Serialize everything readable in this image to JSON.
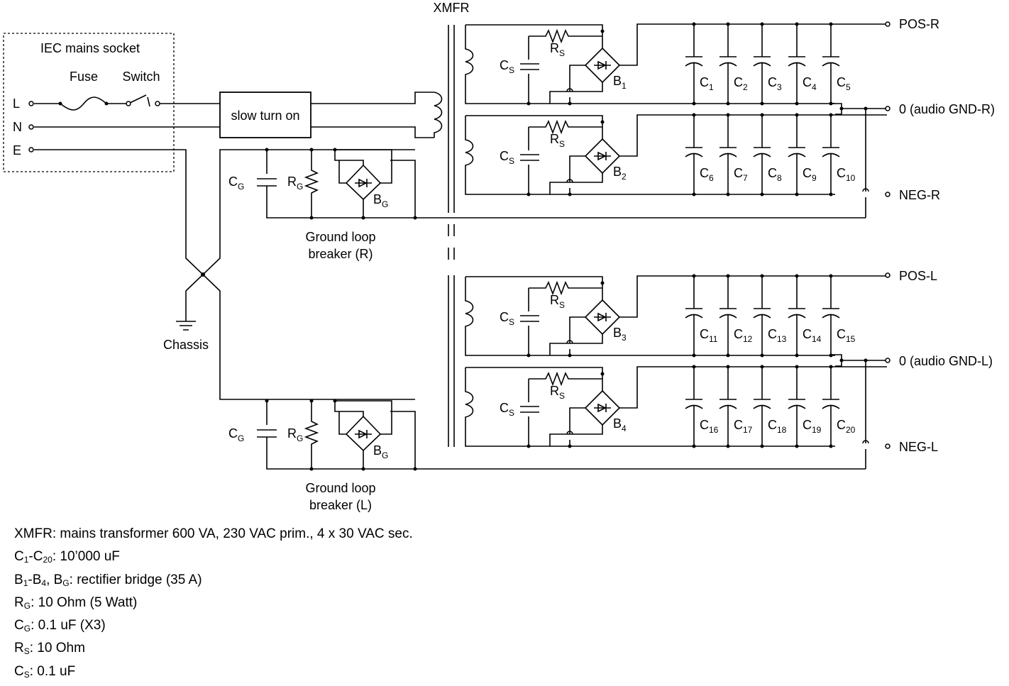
{
  "title": "XMFR",
  "iec": {
    "title": "IEC mains socket",
    "fuse": "Fuse",
    "switch": "Switch",
    "pins": [
      "L",
      "N",
      "E"
    ]
  },
  "softstart": "slow turn on",
  "chassis": "Chassis",
  "ground_loop": [
    {
      "line1": "Ground loop",
      "line2": "breaker (R)"
    },
    {
      "line1": "Ground loop",
      "line2": "breaker (L)"
    }
  ],
  "symbols": {
    "C": "C",
    "R": "R",
    "B": "B",
    "sub_s": "S",
    "sub_g": "G"
  },
  "bridge_numbers": [
    "1",
    "2",
    "3",
    "4"
  ],
  "cap_numbers": [
    [
      "1",
      "2",
      "3",
      "4",
      "5"
    ],
    [
      "6",
      "7",
      "8",
      "9",
      "10"
    ],
    [
      "11",
      "12",
      "13",
      "14",
      "15"
    ],
    [
      "16",
      "17",
      "18",
      "19",
      "20"
    ]
  ],
  "outputs": [
    "POS-R",
    "0 (audio GND-R)",
    "NEG-R",
    "POS-L",
    "0 (audio GND-L)",
    "NEG-L"
  ],
  "notes": [
    {
      "parts": [
        [
          "XMFR: mains transformer 600 VA, 230 VAC prim., 4 x 30 VAC sec.",
          ""
        ]
      ]
    },
    {
      "parts": [
        [
          "C",
          "1"
        ],
        [
          "-C",
          "20"
        ],
        [
          ": 10’000 uF",
          ""
        ]
      ]
    },
    {
      "parts": [
        [
          "B",
          "1"
        ],
        [
          "-B",
          "4"
        ],
        [
          ", B",
          "G"
        ],
        [
          ": rectifier bridge (35 A)",
          ""
        ]
      ]
    },
    {
      "parts": [
        [
          "R",
          "G"
        ],
        [
          ": 10 Ohm (5 Watt)",
          ""
        ]
      ]
    },
    {
      "parts": [
        [
          "C",
          "G"
        ],
        [
          ": 0.1 uF (X3)",
          ""
        ]
      ]
    },
    {
      "parts": [
        [
          "R",
          "S"
        ],
        [
          ": 10 Ohm",
          ""
        ]
      ]
    },
    {
      "parts": [
        [
          "C",
          "S"
        ],
        [
          ": 0.1 uF",
          ""
        ]
      ]
    }
  ]
}
